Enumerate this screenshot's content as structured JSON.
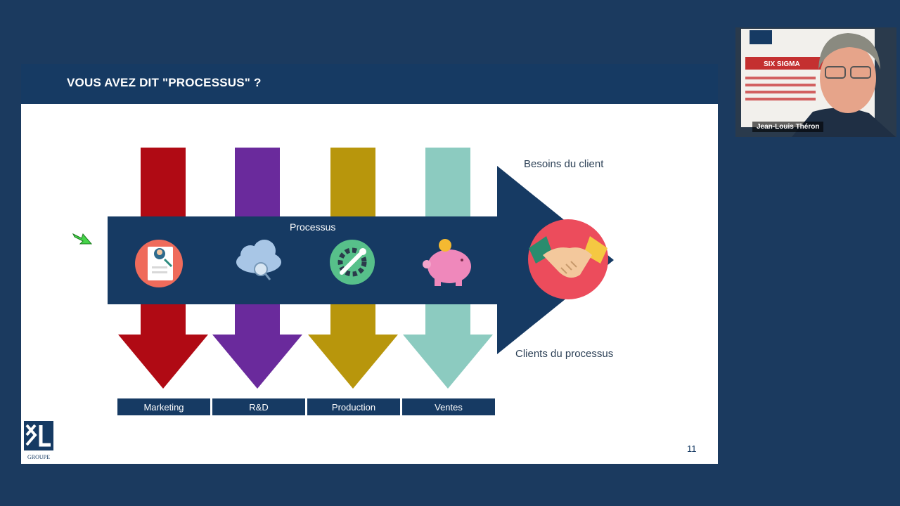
{
  "slide": {
    "title": "VOUS AVEZ DIT \"PROCESSUS\" ?",
    "process_label": "Processus",
    "client_needs_label": "Besoins du client",
    "process_clients_label": "Clients du processus",
    "departments": [
      "Marketing",
      "R&D",
      "Production",
      "Ventes"
    ],
    "department_colors": [
      "#b00a14",
      "#6a2a9c",
      "#b8960c",
      "#8ccbc0"
    ],
    "icons": [
      "resume-search-icon",
      "cloud-search-icon",
      "gear-wrench-icon",
      "piggy-bank-icon",
      "handshake-icon"
    ],
    "page_number": "11",
    "logo_text": "GROUPE"
  },
  "webcam": {
    "participant_name": "Jean-Louis Théron",
    "poster_text": "SIX SIGMA"
  },
  "colors": {
    "background": "#1b3a5f",
    "header": "#163a63",
    "arrow": "#163a63"
  }
}
